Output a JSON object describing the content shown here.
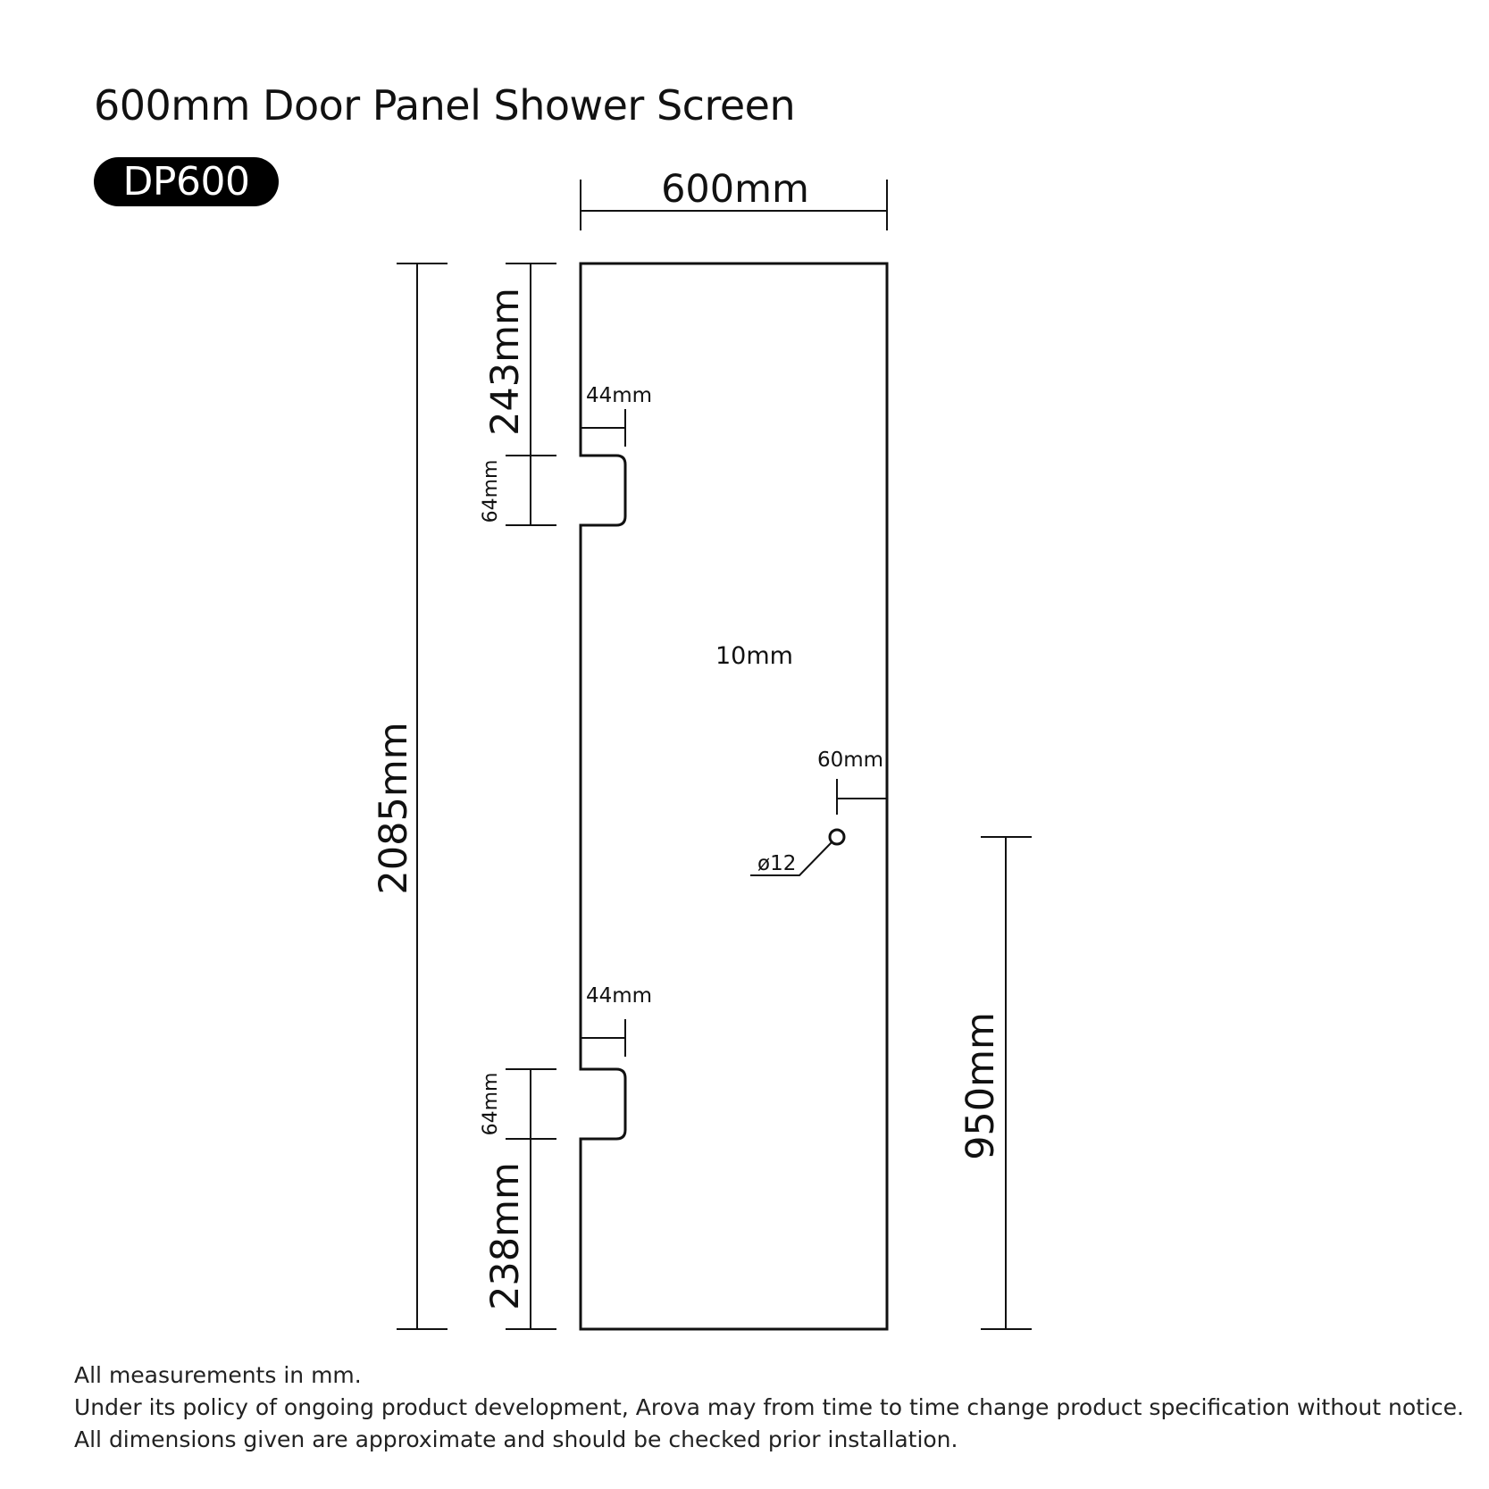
{
  "title": "600mm Door Panel Shower Screen",
  "model_code": "DP600",
  "dimensions": {
    "panel_width": "600mm",
    "panel_height": "2085mm",
    "top_offset": "243mm",
    "notch_top_height": "64mm",
    "notch_top_depth": "44mm",
    "glass_thickness": "10mm",
    "hole_edge_offset": "60mm",
    "hole_diameter": "ø12",
    "notch_bottom_depth": "44mm",
    "notch_bottom_height": "64mm",
    "bottom_offset": "238mm",
    "hole_height": "950mm"
  },
  "notes": [
    "All measurements in mm.",
    "Under its policy of ongoing product development, Arova may from time to time change product specification without notice.",
    "All dimensions given are approximate and should be checked prior installation."
  ],
  "colors": {
    "line": "#111111",
    "badge_background": "#000000",
    "badge_text": "#ffffff"
  }
}
